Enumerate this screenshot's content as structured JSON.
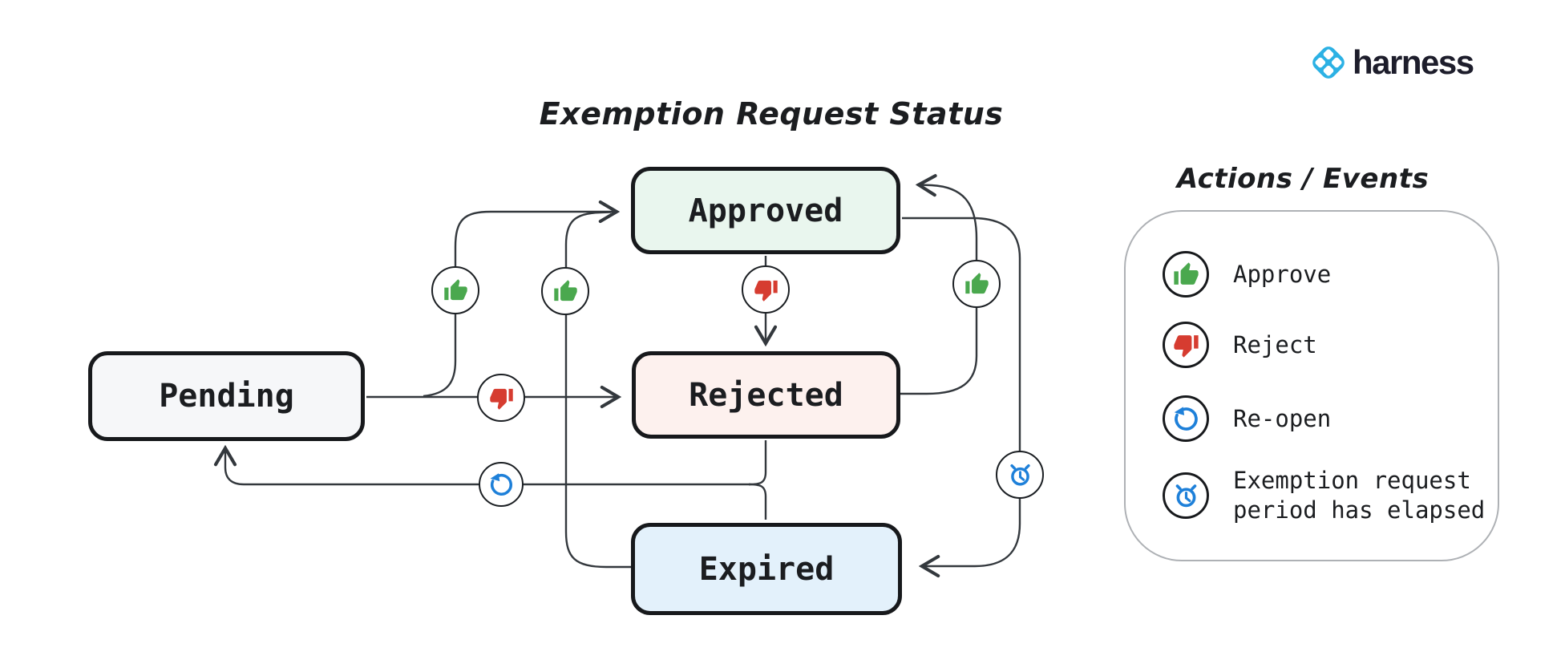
{
  "diagram": {
    "title": "Exemption Request Status",
    "states": [
      {
        "id": "pending",
        "label": "Pending",
        "fill": "#f6f7f9"
      },
      {
        "id": "approved",
        "label": "Approved",
        "fill": "#e9f6ee"
      },
      {
        "id": "rejected",
        "label": "Rejected",
        "fill": "#fdf1ee"
      },
      {
        "id": "expired",
        "label": "Expired",
        "fill": "#e3f1fb"
      }
    ],
    "transitions": [
      {
        "from": "Pending",
        "to": "Approved",
        "action": "Approve"
      },
      {
        "from": "Pending",
        "to": "Rejected",
        "action": "Reject"
      },
      {
        "from": "Approved",
        "to": "Rejected",
        "action": "Reject"
      },
      {
        "from": "Rejected",
        "to": "Approved",
        "action": "Approve"
      },
      {
        "from": "Expired",
        "to": "Approved",
        "action": "Approve"
      },
      {
        "from": "Approved",
        "to": "Expired",
        "action": "Exemption request period has elapsed"
      },
      {
        "from": "Rejected",
        "to": "Pending",
        "action": "Re-open"
      },
      {
        "from": "Expired",
        "to": "Pending",
        "action": "Re-open"
      }
    ]
  },
  "legend": {
    "title": "Actions / Events",
    "items": [
      {
        "icon": "thumbs-up-icon",
        "label": "Approve",
        "color": "#4aa84e"
      },
      {
        "icon": "thumbs-down-icon",
        "label": "Reject",
        "color": "#d63c30"
      },
      {
        "icon": "reopen-icon",
        "label": "Re-open",
        "color": "#1e80d9"
      },
      {
        "icon": "alarm-clock-icon",
        "label": "Exemption request period has elapsed",
        "color": "#1e80d9"
      }
    ]
  },
  "logo": {
    "text": "harness"
  },
  "colors": {
    "line": "#33383d",
    "node_border": "#17191c",
    "legend_border": "#aeb1b5",
    "approve_green": "#4aa84e",
    "reject_red": "#d63c30",
    "event_blue": "#1e80d9",
    "logo_blue": "#2cb1e4"
  }
}
